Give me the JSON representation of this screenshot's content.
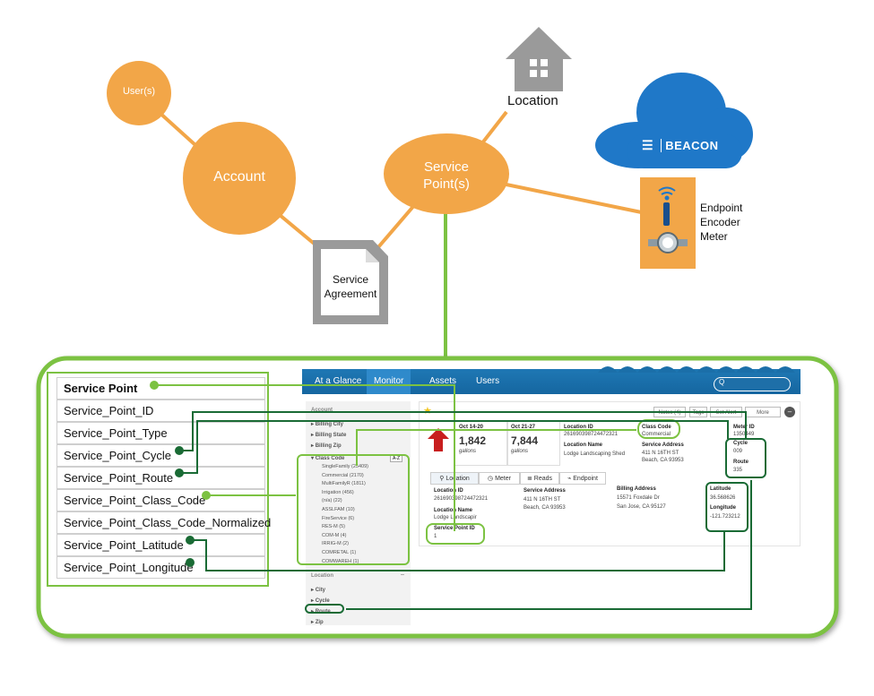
{
  "nodes": {
    "users": "User(s)",
    "account": "Account",
    "service_point": "Service Point(s)",
    "location": "Location",
    "service_agreement": "Service Agreement",
    "beacon": "BEACON",
    "endpoint_encoder_meter": [
      "Endpoint",
      "Encoder",
      "Meter"
    ]
  },
  "fields": [
    {
      "label": "Service Point",
      "bold": true
    },
    {
      "label": "Service_Point_ID"
    },
    {
      "label": "Service_Point_Type"
    },
    {
      "label": "Service_Point_Cycle"
    },
    {
      "label": "Service_Point_Route"
    },
    {
      "label": "Service_Point_Class_Code"
    },
    {
      "label": "Service_Point_Class_Code_Normalized"
    },
    {
      "label": "Service_Point_Latitude"
    },
    {
      "label": "Service_Point_Longitude"
    }
  ],
  "app": {
    "tabs": [
      "At a Glance",
      "Monitor",
      "Assets",
      "Users"
    ],
    "search_placeholder": "Q",
    "sidebar": {
      "account": "Account",
      "billing_city": "Billing City",
      "billing_state": "Billing State",
      "billing_zip": "Billing Zip",
      "class_code": "Class Code",
      "sort": "A-Z",
      "class_items": [
        "SingleFamily (25409)",
        "Commercial (2170)",
        "MultiFamilyR (1811)",
        "Irrigation (456)",
        "(n/a) (22)",
        "ASSLFAM (10)",
        "FireService (6)",
        "RES-M (5)",
        "COM-M (4)",
        "IRRIG-M (2)",
        "COMRETAL (1)",
        "COMWAREH (1)"
      ],
      "location": "Location",
      "location_items": [
        "City",
        "Cycle",
        "Route",
        "Zip"
      ]
    },
    "header_buttons": [
      "Notes (4)",
      "Tags",
      "Set Alert",
      "More"
    ],
    "reads": [
      {
        "date": "Oct 14-20",
        "value": "1,842",
        "unit": "gallons"
      },
      {
        "date": "Oct 21-27",
        "value": "7,844",
        "unit": "gallons"
      }
    ],
    "summary": {
      "location_id_label": "Location ID",
      "location_id": "261690398724472321",
      "location_name_label": "Location Name",
      "location_name": "Lodge Landscaping Shed",
      "class_code_label": "Class Code",
      "class_code": "Commercial",
      "service_address_label": "Service Address",
      "service_address": [
        "411 N 16TH ST",
        "Beach, CA 93953"
      ],
      "meter_id_label": "Meter ID",
      "meter_id": "1350449",
      "cycle_label": "Cycle",
      "cycle": "009",
      "route_label": "Route",
      "route": "335"
    },
    "detail_tabs": [
      "Location",
      "Meter",
      "Reads",
      "Endpoint"
    ],
    "detail": {
      "location_id_label": "Location ID",
      "location_id": "261690398724472321",
      "location_name_label": "Location Name",
      "location_name": "Lodge Landscapir",
      "service_point_id_label": "Service Point ID",
      "service_point_id": "1",
      "service_address_label": "Service Address",
      "service_address": [
        "411 N 16TH ST",
        "Beach, CA 93953"
      ],
      "billing_address_label": "Billing Address",
      "billing_address": [
        "15571 Foxdale Dr",
        "San Jose, CA 95127"
      ],
      "latitude_label": "Latitude",
      "latitude": "36.568626",
      "longitude_label": "Longitude",
      "longitude": "-121.723212"
    }
  },
  "colors": {
    "orange": "#f2a648",
    "green_light": "#7cc242",
    "green_dark": "#1a6b35",
    "beacon_blue": "#1f78c8",
    "nav_blue": "#1b6fa9",
    "grey_icon": "#9a9a9a"
  }
}
